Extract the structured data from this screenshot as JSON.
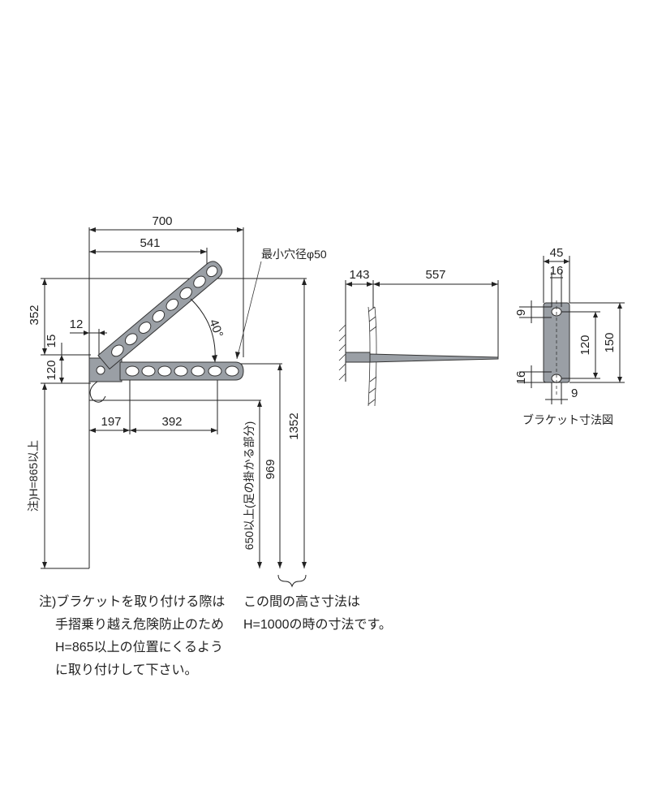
{
  "dimensions": {
    "d700": "700",
    "d541": "541",
    "d352": "352",
    "d12": "12",
    "d15": "15",
    "d120": "120",
    "d197": "197",
    "d392": "392",
    "d969": "969",
    "d1352": "1352",
    "angle": "40°",
    "d143": "143",
    "d557": "557",
    "b45": "45",
    "b16top": "16",
    "b9top": "9",
    "b120": "120",
    "b150": "150",
    "b16bottom": "16",
    "b9bottom": "9"
  },
  "labels": {
    "hole_label": "最小穴径φ50",
    "height_note": "注)H=865以上",
    "foot_height": "650以上(足の掛かる部分)",
    "bracket_caption": "ブラケット寸法図"
  },
  "notes": {
    "left": [
      "注)ブラケットを取り付ける際は",
      "手摺乗り越え危険防止のため",
      "H=865以上の位置にくるよう",
      "に取り付けして下さい。"
    ],
    "right": [
      "この間の高さ寸法は",
      "H=1000の時の寸法です。"
    ]
  }
}
